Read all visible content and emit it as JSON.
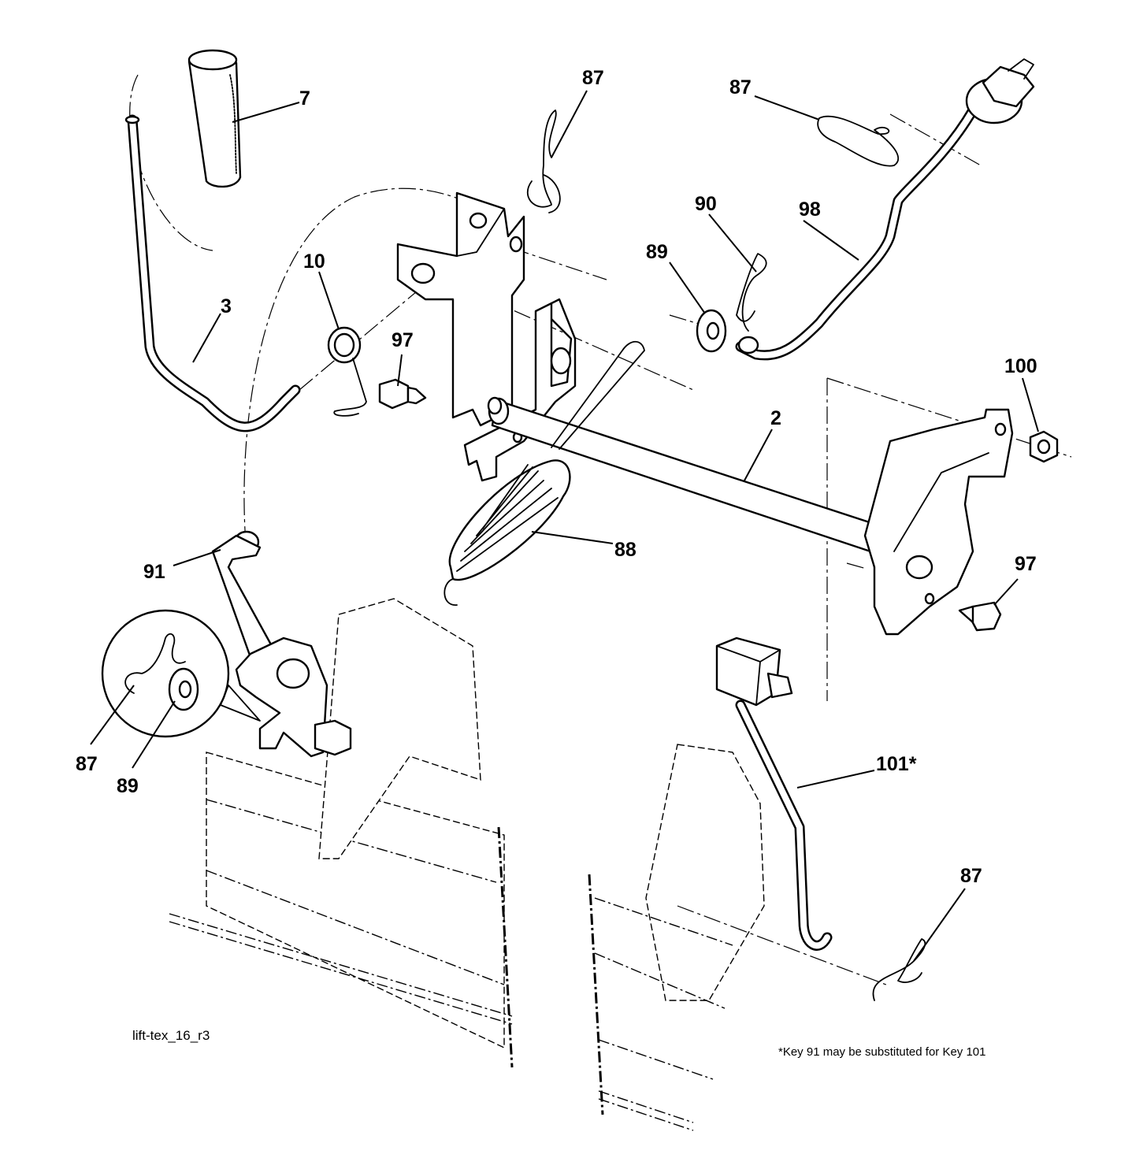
{
  "callouts": {
    "c7": "7",
    "c3": "3",
    "c10": "10",
    "c97a": "97",
    "c87a": "87",
    "c87b": "87",
    "c90": "90",
    "c98": "98",
    "c89a": "89",
    "c2": "2",
    "c100": "100",
    "c88": "88",
    "c91": "91",
    "c97b": "97",
    "c87c": "87",
    "c89b": "89",
    "c101": "101*",
    "c87d": "87"
  },
  "caption": "lift-tex_16_r3",
  "footnote": "*Key 91 may be substituted for Key 101"
}
